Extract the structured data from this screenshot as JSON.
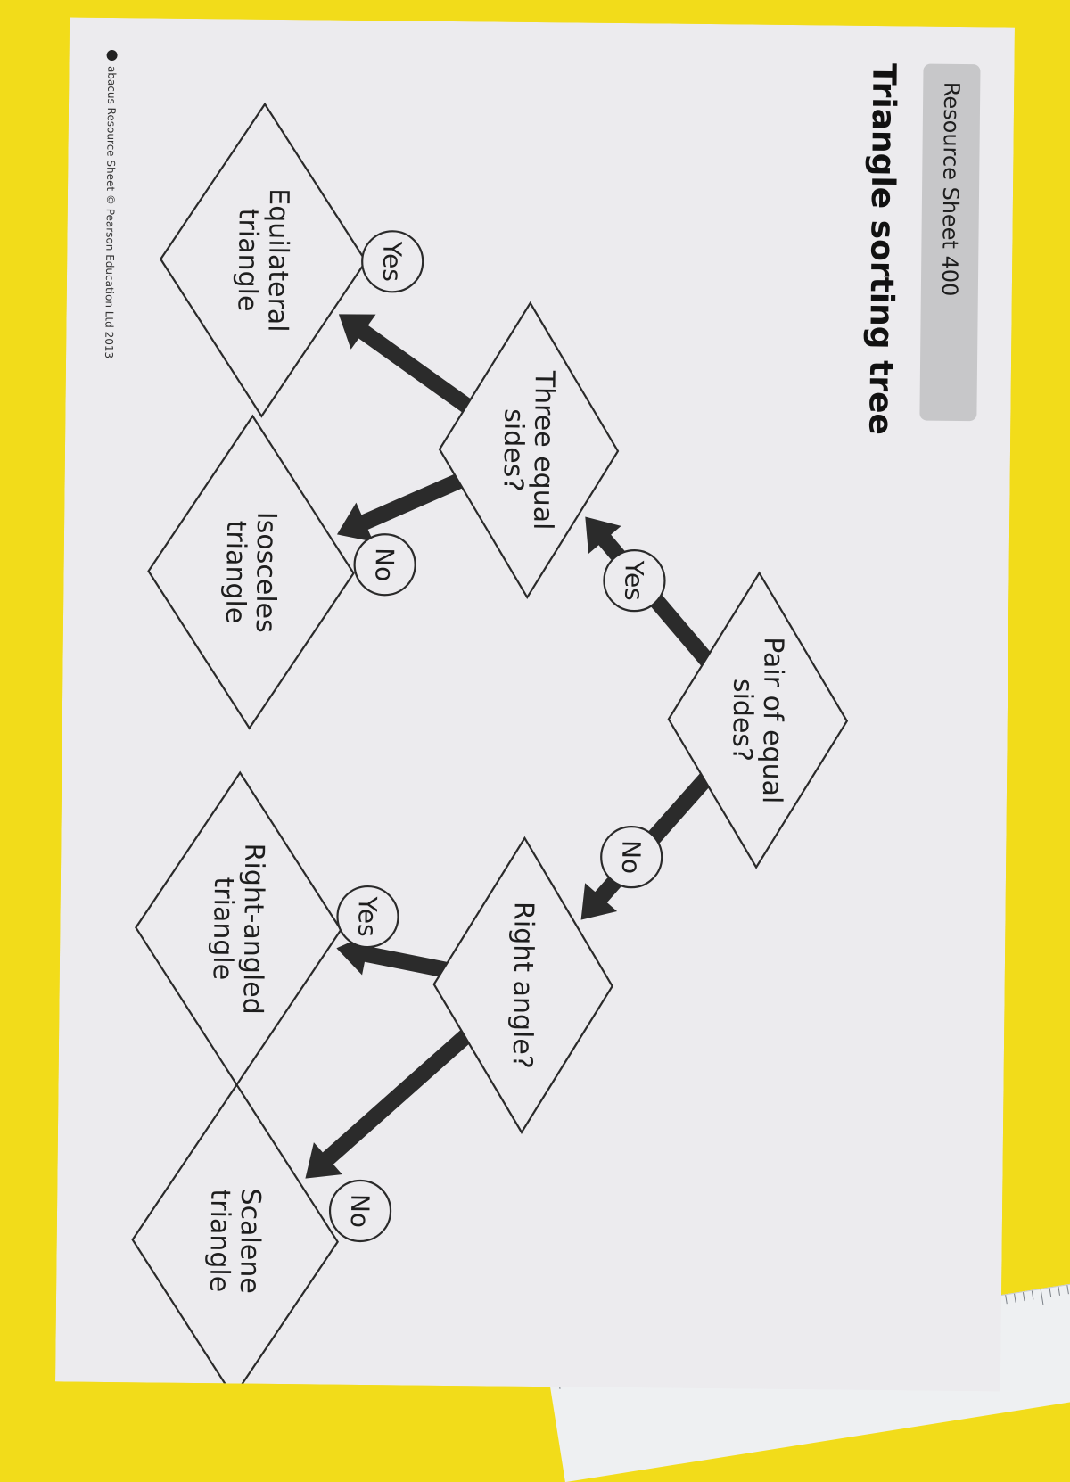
{
  "sheet": {
    "header": "Resource Sheet 400",
    "title": "Triangle sorting tree",
    "footer": "abacus Resource Sheet © Pearson Education Ltd 2013"
  },
  "nodes": [
    {
      "id": "pair",
      "kind": "question",
      "lines": [
        "Pair of equal",
        "sides?"
      ]
    },
    {
      "id": "three",
      "kind": "question",
      "lines": [
        "Three equal",
        "sides?"
      ]
    },
    {
      "id": "right",
      "kind": "question",
      "lines": [
        "Right angle?"
      ]
    },
    {
      "id": "equilateral",
      "kind": "result",
      "lines": [
        "Equilateral",
        "triangle"
      ]
    },
    {
      "id": "isosceles",
      "kind": "result",
      "lines": [
        "Isosceles",
        "triangle"
      ]
    },
    {
      "id": "rightangled",
      "kind": "result",
      "lines": [
        "Right-angled",
        "triangle"
      ]
    },
    {
      "id": "scalene",
      "kind": "result",
      "lines": [
        "Scalene",
        "triangle"
      ]
    }
  ],
  "branches": [
    {
      "id": "pair-yes",
      "from": "pair",
      "to": "three",
      "label": "Yes"
    },
    {
      "id": "pair-no",
      "from": "pair",
      "to": "right",
      "label": "No"
    },
    {
      "id": "three-yes",
      "from": "three",
      "to": "equilateral",
      "label": "Yes"
    },
    {
      "id": "three-no",
      "from": "three",
      "to": "isosceles",
      "label": "No"
    },
    {
      "id": "right-yes",
      "from": "right",
      "to": "rightangled",
      "label": "Yes"
    },
    {
      "id": "right-no",
      "from": "right",
      "to": "scalene",
      "label": "No"
    }
  ],
  "colors": {
    "background": "#f2dc1a",
    "paper": "#ecebee",
    "arrow": "#2b2b2b",
    "header_tab": "#c7c7c9"
  }
}
